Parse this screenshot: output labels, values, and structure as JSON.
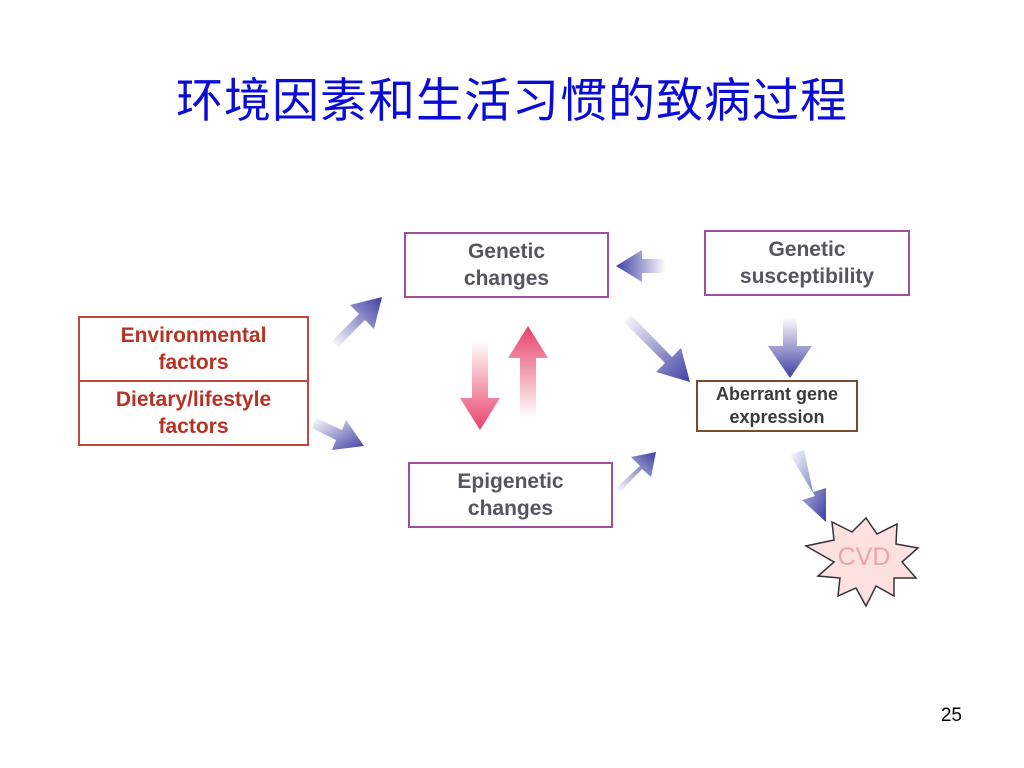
{
  "slide": {
    "title": "环境因素和生活习惯的致病过程",
    "page_number": "25"
  },
  "diagram": {
    "environmental": "Environmental\nfactors",
    "dietary": "Dietary/lifestyle\nfactors",
    "genetic_changes": "Genetic\nchanges",
    "epigenetic_changes": "Epigenetic\nchanges",
    "genetic_susceptibility": "Genetic\nsusceptibility",
    "aberrant_expression": "Aberrant gene\nexpression",
    "outcome": "CVD"
  },
  "colors": {
    "title": "#0b0bd6",
    "blue_arrow": "#3d3fa3",
    "pink_arrow": "#e8416a",
    "box_border_purple": "#a0509a",
    "box_border_red": "#c1473f",
    "box_border_brown": "#7a4a2a",
    "starburst_fill": "#fde0e0"
  }
}
